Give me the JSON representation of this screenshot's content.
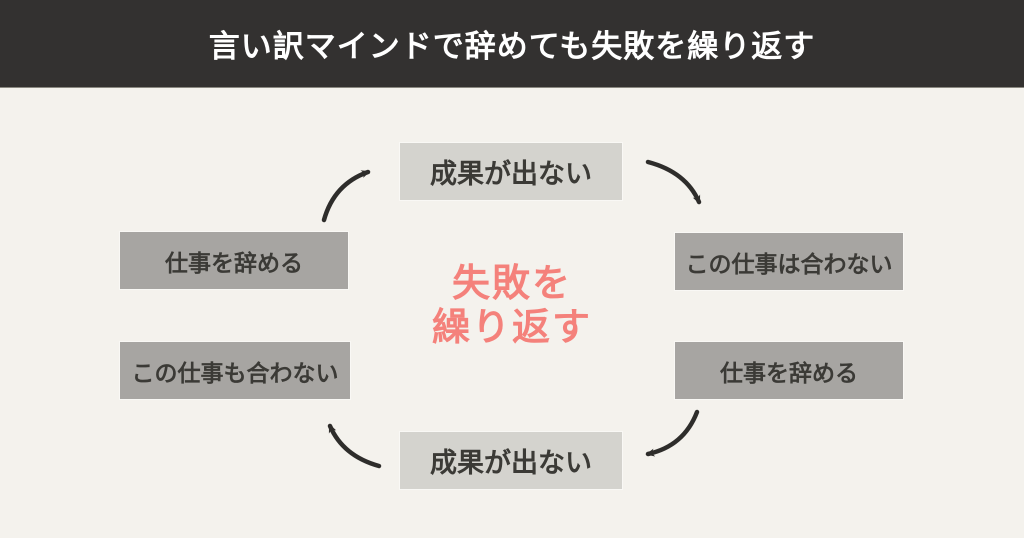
{
  "header": {
    "title": "言い訳マインドで辞めても失敗を繰り返す"
  },
  "diagram": {
    "center": {
      "lines": [
        "失敗を",
        "繰り返す"
      ]
    },
    "nodes": [
      {
        "id": "top",
        "label": "成果が出ない",
        "tone": "light"
      },
      {
        "id": "right-top",
        "label": "この仕事は合わない",
        "tone": "dark"
      },
      {
        "id": "right-bottom",
        "label": "仕事を辞める",
        "tone": "dark"
      },
      {
        "id": "bottom",
        "label": "成果が出ない",
        "tone": "light"
      },
      {
        "id": "left-bottom",
        "label": "この仕事も合わない",
        "tone": "dark"
      },
      {
        "id": "left-top",
        "label": "仕事を辞める",
        "tone": "dark"
      }
    ],
    "arrows": [
      {
        "from": "left-top",
        "to": "top"
      },
      {
        "from": "top",
        "to": "right-top"
      },
      {
        "from": "right-bottom",
        "to": "bottom"
      },
      {
        "from": "bottom",
        "to": "left-bottom"
      }
    ]
  },
  "colors": {
    "page_bg": "#F4F2ED",
    "header_bg": "#333130",
    "header_text": "#FFFFFF",
    "light_box": "#D4D3CE",
    "dark_box": "#A7A5A2",
    "box_text": "#3B3A36",
    "accent_red": "#F4817B",
    "arrow": "#2E2D2B"
  }
}
